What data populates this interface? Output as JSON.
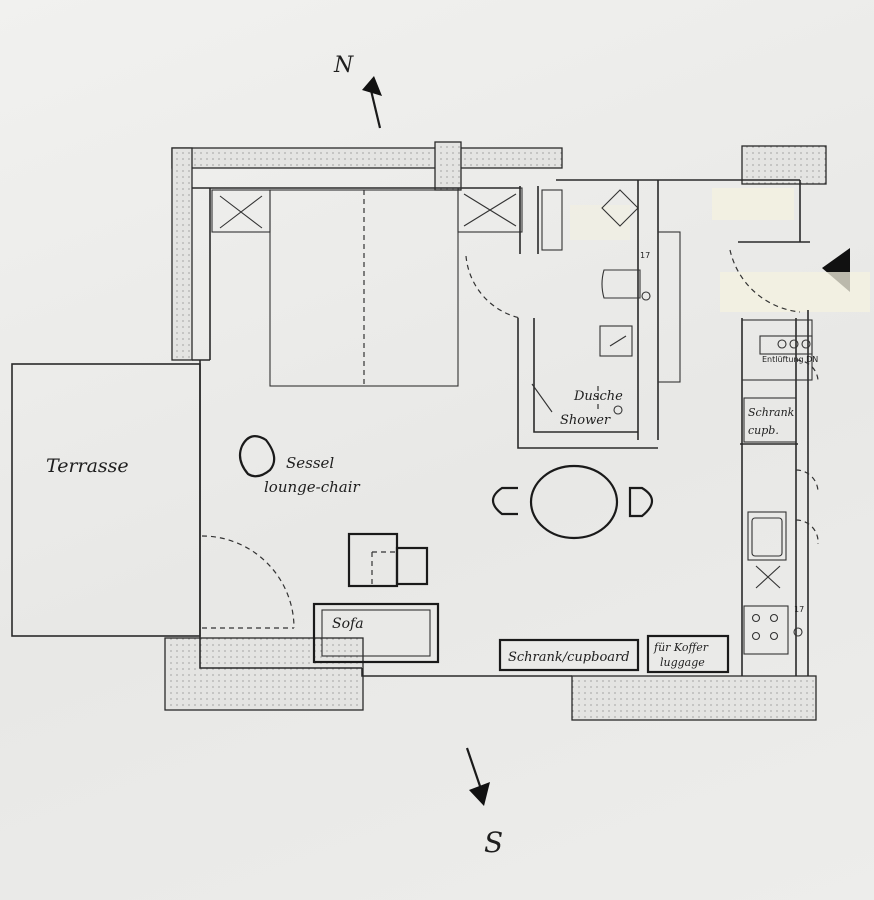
{
  "plan": {
    "compass_north": "N",
    "compass_south": "S",
    "terrace": "Terrasse",
    "lounge_chair_de": "Sessel",
    "lounge_chair_en": "lounge-chair",
    "sofa": "Sofa",
    "shower_de": "Dusche",
    "shower_en": "Shower",
    "cupboard_main": "Schrank/cupboard",
    "luggage_de": "für Koffer",
    "luggage_en": "luggage",
    "kitchen_cupboard_de": "Schrank",
    "kitchen_cupboard_en": "cupb.",
    "ventilation": "Entlüftung DN",
    "dim_bath": "17",
    "dim_kitchen": "17"
  },
  "colors": {
    "paper": "#ececea",
    "ink": "#1a1a1a",
    "tape": "#f4f1e0"
  }
}
